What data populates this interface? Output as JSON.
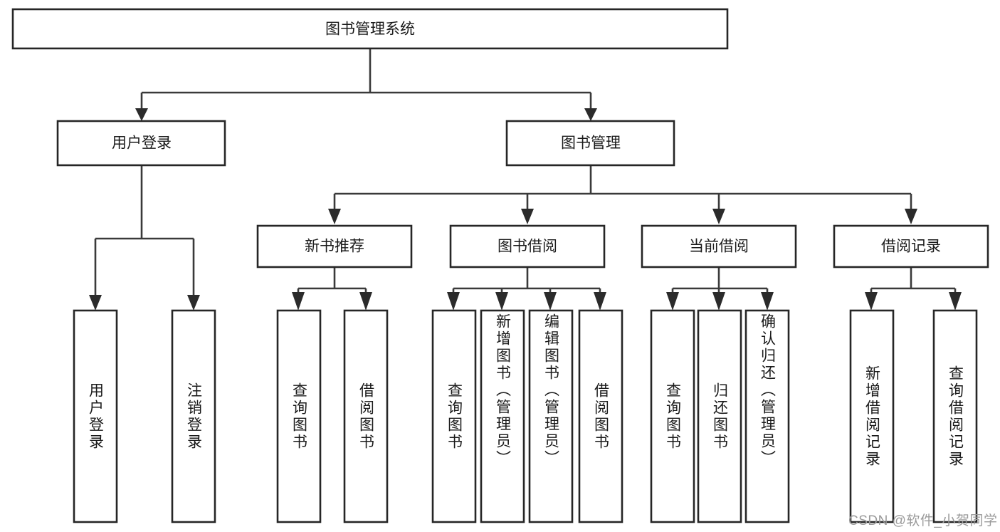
{
  "diagram": {
    "type": "tree-hierarchy",
    "title": "图书管理系统",
    "watermark": "CSDN @软件_小贺同学",
    "colors": {
      "box_stroke": "#262626",
      "connector": "#3a3a3a",
      "text": "#1a1a1a",
      "background": "#ffffff",
      "watermark": "#9a9a9a"
    },
    "levels": {
      "root": {
        "label": "图书管理系统",
        "orientation": "horizontal"
      },
      "level2": [
        {
          "label": "用户登录",
          "orientation": "horizontal"
        },
        {
          "label": "图书管理",
          "orientation": "horizontal"
        }
      ],
      "level3": [
        {
          "label": "新书推荐",
          "orientation": "horizontal"
        },
        {
          "label": "图书借阅",
          "orientation": "horizontal"
        },
        {
          "label": "当前借阅",
          "orientation": "horizontal"
        },
        {
          "label": "借阅记录",
          "orientation": "horizontal"
        }
      ],
      "leaves": [
        {
          "label": "用户登录",
          "orientation": "vertical",
          "parent": "用户登录"
        },
        {
          "label": "注销登录",
          "orientation": "vertical",
          "parent": "用户登录"
        },
        {
          "label": "查询图书",
          "orientation": "vertical",
          "parent": "新书推荐"
        },
        {
          "label": "借阅图书",
          "orientation": "vertical",
          "parent": "新书推荐"
        },
        {
          "label": "查询图书",
          "orientation": "vertical",
          "parent": "图书借阅"
        },
        {
          "label": "新增图书（管理员）",
          "orientation": "vertical",
          "parent": "图书借阅"
        },
        {
          "label": "编辑图书（管理员）",
          "orientation": "vertical",
          "parent": "图书借阅"
        },
        {
          "label": "借阅图书",
          "orientation": "vertical",
          "parent": "图书借阅"
        },
        {
          "label": "查询图书",
          "orientation": "vertical",
          "parent": "当前借阅"
        },
        {
          "label": "归还图书",
          "orientation": "vertical",
          "parent": "当前借阅"
        },
        {
          "label": "确认归还（管理员）",
          "orientation": "vertical",
          "parent": "当前借阅"
        },
        {
          "label": "新增借阅记录",
          "orientation": "vertical",
          "parent": "借阅记录"
        },
        {
          "label": "查询借阅记录",
          "orientation": "vertical",
          "parent": "借阅记录"
        }
      ]
    }
  }
}
